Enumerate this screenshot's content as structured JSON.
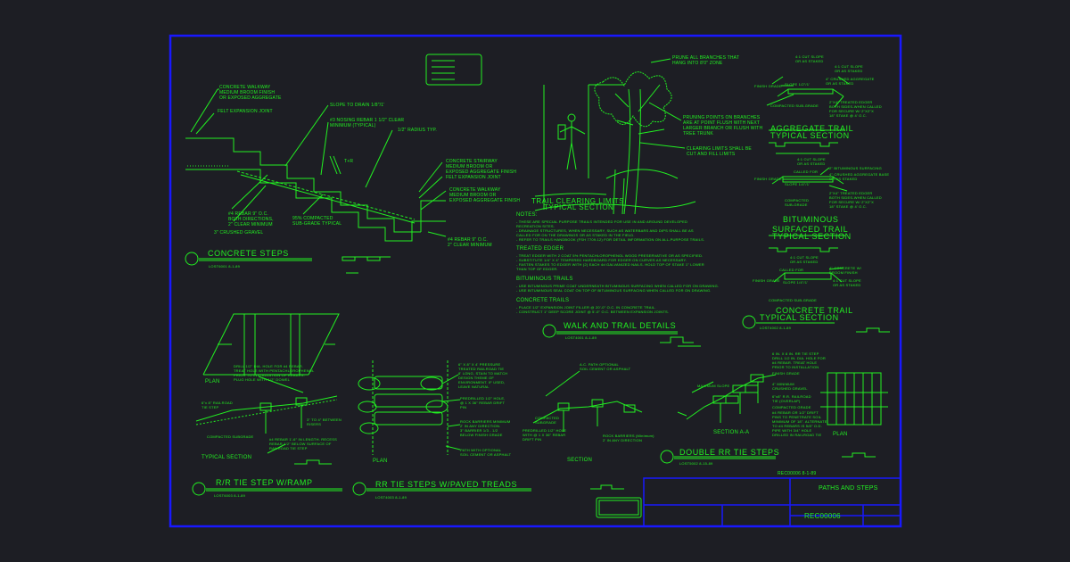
{
  "colors": {
    "background": "#1d1e24",
    "border": "#1818ff",
    "lines": "#22f022"
  },
  "title_block": {
    "sheet_title": "PATHS AND STEPS",
    "sheet_number": "REC00006",
    "drawing_code": "REC00006  8-1-89"
  },
  "concrete_steps": {
    "title": "CONCRETE STEPS",
    "code": "LOST6001  8-1-89",
    "notes": [
      "CONCRETE WALKWAY\nMEDIUM BROOM FINISH\nOR EXPOSED AGGREGATE",
      "FELT EXPANSION JOINT",
      "SLOPE TO DRAIN 1/8\"/1'",
      "#3 NOSING REBAR 1 1/2\" CLEAR\nMINIMUM (TYPICAL)",
      "1/2\" RADIUS TYP.",
      "#4 REBAR 9\" O.C.\nBOTH DIRECTIONS,\n2\" CLEAR MINIMUM",
      "3\" CRUSHED GRAVEL",
      "T+R",
      "95% COMPACTED\nSUB-GRADE TYPICAL",
      "CONCRETE STAIRWAY\nMEDIUM BROOM OR\nEXPOSED AGGREGATE FINISH",
      "FELT EXPANSION JOINT",
      "CONCRETE WALKWAY\nMEDIUM BROOM OR\nEXPOSED AGGREGATE FINISH",
      "#4 REBAR 9\" O.C.\n2\" CLEAR MINIMUM"
    ]
  },
  "trail_clearing": {
    "title": "TRAIL CLEARING LIMITS",
    "subtitle": "TYPICAL SECTION",
    "notes": [
      "PRUNE ALL BRANCHES THAT\nHANG INTO 8'0\" ZONE",
      "PRUNING POINTS ON BRANCHES\nARE AT POINT FLUSH WITH NEXT\nLARGER BRANCH OR FLUSH WITH\nTREE TRUNK",
      "CLEARING LIMITS SHALL BE\nCUT AND FILL LIMITS"
    ]
  },
  "general_notes": {
    "notes_header": "NOTES:",
    "notes": "- THESE ARE SPECIAL PURPOSE TRAILS INTENDED FOR USE IN AND AROUND DEVELOPED\n  RECREATION SITES.\n- DRAINAGE STRUCTURES, WHEN NECESSARY, SUCH AS WATERBARS AND DIPS SHALL BE AS\n  CALLED FOR ON THE DRAWINGS OR AS STAKED IN THE FIELD.\n- REFER TO TRAILS HANDBOOK (FSH 7709.12) FOR DETAIL INFORMATION ON ALL-PURPOSE TRAILS.",
    "edger_header": "TREATED EDGER",
    "edger": "- TREAT EDGER WITH 2 COAT 5% PENTACHLOROPHENOL WOOD PRESERVATIVE OR AS SPECIFIED.\n- SUBSTITUTE 1/4\" X 4\" TEMPERED HARDBOARD FOR EDGER ON CURVES AS NECESSARY.\n- FASTEN STAKES TO EDGER WITH (2) EACH 4d GALVANIZED NAILS. HOLD TOP OF STAKE 1\" LOWER\n  THAN TOP OF EDGER.",
    "bit_header": "BITUMINOUS TRAILS",
    "bit": "- USE BITUMINOUS PRIME COAT UNDERNEATH BITUMINOUS SURFACING WHEN CALLED FOR ON DRAWING.\n- USE BITUMINOUS SEAL COAT ON TOP OF BITUMINOUS SURFACING WHEN CALLED FOR ON DRAWING.",
    "conc_header": "CONCRETE TRAILS",
    "conc": "- PLACE 1/2\" EXPANSION JOINT FILLER @ 20'-0\" O.C. IN CONCRETE TRAIL.\n- CONSTRUCT 1\" DEEP SCORE JOINT @ 5'-0\" O.C. BETWEEN EXPANSION JOINTS."
  },
  "walk_trail": {
    "title": "WALK AND TRAIL DETAILS",
    "code": "LOST4001  8-1-89"
  },
  "aggregate_trail": {
    "title": "AGGREGATE TRAIL",
    "subtitle": "TYPICAL SECTION",
    "notes": [
      "4:1 CUT SLOPE\nOR AS STAKED",
      "4:1 CUT SLOPE\nOR AS STAKED",
      "FINISH GRADE",
      "SLOPE 1/2\"/1'",
      "4\" CRUSHED AGGREGATE\nOR AS STAKED",
      "COMPACTED SUB-GRADE",
      "2\"X4\" TREATED EDGER\nBOTH SIDES-WHEN CALLED\nFOR SECURE W/ 2\"X2\"X\n18\" STAKE @ 4' O.C."
    ]
  },
  "bituminous_trail": {
    "title": "BITUMINOUS",
    "subtitle": "SURFACED TRAIL",
    "subtitle2": "TYPICAL SECTION",
    "notes": [
      "4:1 CUT SLOPE\nOR AS STAKED",
      "CALLED FOR",
      "2\" BITUMINOUS SURFACING",
      "4\" CRUSHED AGGREGATE BASE\nOR AS STAKED",
      "FINISH GRADE",
      "SLOPE 1/4\"/1'",
      "COMPACTED\nSUB-GRADE",
      "2\"X4\" TREATED EDGER\nBOTH SIDES-WHEN CALLED\nFOR SECURE W/ 2\"X2\"X\n18\" STAKE @ 4' O.C."
    ]
  },
  "concrete_trail": {
    "title": "CONCRETE TRAIL",
    "subtitle": "TYPICAL SECTION",
    "code": "LOST4002  8-1-89",
    "notes": [
      "4:1 CUT SLOPE\nOR AS STAKED",
      "CALLED FOR",
      "4\" CONCRETE W/\nBROOM FINISH",
      "4:1 CUT SLOPE\nOR AS STAKED",
      "FINISH GRADE",
      "SLOPE 1/4\"/1'",
      "COMPACTED SUB-GRADE"
    ]
  },
  "rr_tie_ramp": {
    "title": "R/R TIE STEP W/RAMP",
    "code": "LOST6003  8-1-89",
    "plan_label": "PLAN",
    "section_label": "TYPICAL SECTION",
    "notes": [
      "DRILL 1/2\" DIA. HOLE FOR #4 REBAR.\nTREAT HOLE WITH PENTACHLOROPHENOL\nPRIOR TO INSTALLATION OF REBARS.\nPLUG HOLE WITH 1/2\" DOWEL",
      "6\"x 8\" RAILROAD\nTIE STEP",
      "3\" TO 4\" BETWEEN\nRISERS",
      "COMPACTED SUBGRADE",
      "#4 REBAR 1'-6\" IN LENGTH. RECESS\nREBAR 1/2\" BELOW SURFACE OF\nRAILROAD TIE STEP"
    ]
  },
  "rr_tie_paved": {
    "title": "RR TIE STEPS W/PAVED TREADS",
    "code": "LOST4003  8-1-89",
    "plan_label": "PLAN",
    "section_label": "SECTION",
    "notes": [
      "6\" X 8\" X 4' PRESSURE\nTREATED RAILROAD TIE\n8' LONG, STAIN TO MATCH\nDESIGN THEME OF\nENVIRONMENT. IF USED,\nLEAVE NATURAL",
      "PREDRILLED 1/2\" HOLE,\n@ 1 X 36\" REBAR DRIFT\nPIN",
      "ROCK BARRIERS MINIMUM\n2' IN ANY DIRECTION.\n3\" BARRIER 1/3 - 1/2\nBELOW FINISH GRADE",
      "PATH WITH OPTIONAL\nSOIL CEMENT OR ASPHALT",
      "A.C. PATH OPTIONAL\nSOIL CEMENT OR ASPHALT",
      "COMPACTED\nSUBGRADE",
      "PREDRILLED 1/2\" HOLE\nWITH @ 1 X 36\" REBAR\nDRIFT PIN",
      "ROCK BARRIERS (Minimum)\n2' IN ANY DIRECTION"
    ]
  },
  "double_rr_tie": {
    "title": "DOUBLE RR TIE STEPS",
    "code": "LOST5002  8-15-89",
    "plan_label": "PLAN",
    "section_label": "SECTION A-A",
    "notes": [
      "MAXIMUM SLOPE",
      "6 IN. X 8 IN. RR TIE STEP\nDRILL 1/2 IN. DIA. HOLE FOR\n#4 REBAR. TREAT HOLE\nPRIOR TO INSTALLATION",
      "FINISH GRADE",
      "4\" MINIMUM\nCRUSHED GRAVEL",
      "6\"x8\" R.R. RAILROAD\nTIE (OVERLAP)",
      "COMPACTED GRADE",
      "#4 REBAR OR 1/2\" DRIFT\nPINS TO PENETRATE SOIL\nMINIMUM OF 18\". ALTERNATE\nTO #4 REBARS IS 5/8\" O.D.\nPIPE WITH 3/4\" HOLE\nDRILLED IN RAILROAD TIE"
    ]
  }
}
